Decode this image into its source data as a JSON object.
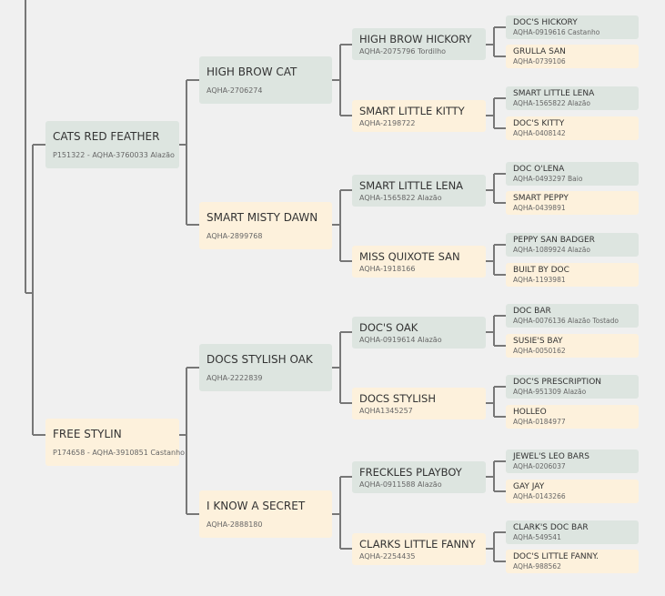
{
  "pedigree": {
    "sire": {
      "name": "CATS RED FEATHER",
      "reg": "P151322 - AQHA-3760033 Alazão",
      "sire": {
        "name": "HIGH BROW CAT",
        "reg": "AQHA-2706274",
        "sire": {
          "name": "HIGH BROW HICKORY",
          "reg": "AQHA-2075796 Tordilho",
          "sire": {
            "name": "DOC'S HICKORY",
            "reg": "AQHA-0919616 Castanho"
          },
          "dam": {
            "name": "GRULLA SAN",
            "reg": "AQHA-0739106"
          }
        },
        "dam": {
          "name": "SMART LITTLE KITTY",
          "reg": "AQHA-2198722",
          "sire": {
            "name": "SMART LITTLE LENA",
            "reg": "AQHA-1565822 Alazão"
          },
          "dam": {
            "name": "DOC'S KITTY",
            "reg": "AQHA-0408142"
          }
        }
      },
      "dam": {
        "name": "SMART MISTY DAWN",
        "reg": "AQHA-2899768",
        "sire": {
          "name": "SMART LITTLE LENA",
          "reg": "AQHA-1565822 Alazão",
          "sire": {
            "name": "DOC O'LENA",
            "reg": "AQHA-0493297 Baio"
          },
          "dam": {
            "name": "SMART PEPPY",
            "reg": "AQHA-0439891"
          }
        },
        "dam": {
          "name": "MISS QUIXOTE SAN",
          "reg": "AQHA-1918166",
          "sire": {
            "name": "PEPPY SAN BADGER",
            "reg": "AQHA-1089924 Alazão"
          },
          "dam": {
            "name": "BUILT BY DOC",
            "reg": "AQHA-1193981"
          }
        }
      }
    },
    "dam": {
      "name": "FREE STYLIN",
      "reg": "P174658 - AQHA-3910851 Castanho",
      "sire": {
        "name": "DOCS STYLISH OAK",
        "reg": "AQHA-2222839",
        "sire": {
          "name": "DOC'S OAK",
          "reg": "AQHA-0919614 Alazão",
          "sire": {
            "name": "DOC BAR",
            "reg": "AQHA-0076136 Alazão Tostado"
          },
          "dam": {
            "name": "SUSIE'S BAY",
            "reg": "AQHA-0050162"
          }
        },
        "dam": {
          "name": "DOCS STYLISH",
          "reg": "AQHA1345257",
          "sire": {
            "name": "DOC'S PRESCRIPTION",
            "reg": "AQHA-951309 Alazão"
          },
          "dam": {
            "name": "HOLLEO",
            "reg": "AQHA-0184977"
          }
        }
      },
      "dam": {
        "name": "I KNOW A SECRET",
        "reg": "AQHA-2888180",
        "sire": {
          "name": "FRECKLES PLAYBOY",
          "reg": "AQHA-0911588 Alazão",
          "sire": {
            "name": "JEWEL'S LEO BARS",
            "reg": "AQHA-0206037"
          },
          "dam": {
            "name": "GAY JAY",
            "reg": "AQHA-0143266"
          }
        },
        "dam": {
          "name": "CLARKS LITTLE FANNY",
          "reg": "AQHA-2254435",
          "sire": {
            "name": "CLARK'S DOC BAR",
            "reg": "AQHA-549541"
          },
          "dam": {
            "name": "DOC'S LITTLE FANNY.",
            "reg": "AQHA-988562"
          }
        }
      }
    }
  },
  "colors": {
    "male_card": "#dde5e0",
    "female_card": "#fdf1dc",
    "connector": "#777777",
    "background": "#f0f0f0"
  }
}
